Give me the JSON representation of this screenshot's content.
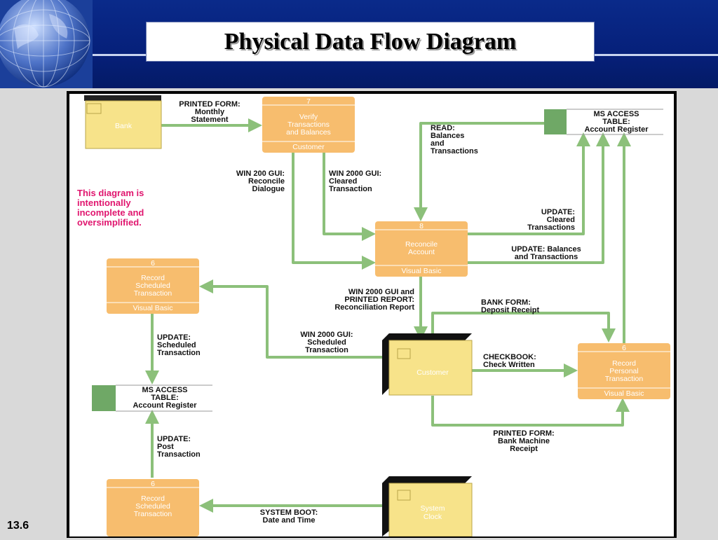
{
  "slide": {
    "title": "Physical Data Flow Diagram",
    "number": "13.6"
  },
  "colors": {
    "header_blue": "#06207a",
    "process_orange": "#f7bd6e",
    "entity_yellow": "#f7e38a",
    "flow_green": "#8cc07a",
    "store_green": "#6fa866",
    "note_magenta": "#e0156e"
  },
  "note": [
    "This diagram is",
    "intentionally",
    "incomplete and",
    "oversimplified."
  ],
  "entities": {
    "bank": "Bank",
    "customer": "Customer",
    "system_clock": [
      "System",
      "Clock"
    ]
  },
  "processes": {
    "p7": {
      "id": "7",
      "name": [
        "Verify",
        "Transactions",
        "and Balances"
      ],
      "location": "Customer"
    },
    "p8": {
      "id": "8",
      "name": [
        "Reconcile",
        "Account"
      ],
      "location": "Visual Basic"
    },
    "p6_left": {
      "id": "6",
      "name": [
        "Record",
        "Scheduled",
        "Transaction"
      ],
      "location": "Visual Basic"
    },
    "p6_right": {
      "id": "6",
      "name": [
        "Record",
        "Personal",
        "Transaction"
      ],
      "location": "Visual Basic"
    },
    "p6_bottom": {
      "id": "6",
      "name": [
        "Record",
        "Scheduled",
        "Transaction"
      ],
      "location": ""
    }
  },
  "stores": {
    "top": [
      "MS ACCESS",
      "TABLE:",
      "Account Register"
    ],
    "left": [
      "MS ACCESS",
      "TABLE:",
      "Account Register"
    ]
  },
  "flows": {
    "bank_to_p7": [
      "PRINTED FORM:",
      "Monthly",
      "Statement"
    ],
    "read": [
      "READ:",
      "Balances",
      "and",
      "Transactions"
    ],
    "win200": [
      "WIN 200 GUI:",
      "Reconcile",
      "Dialogue"
    ],
    "win2000_cleared": [
      "WIN 2000 GUI:",
      "Cleared",
      "Transaction"
    ],
    "update_cleared": [
      "UPDATE:",
      "Cleared",
      "Transactions"
    ],
    "update_balances": [
      "UPDATE: Balances",
      "and Transactions"
    ],
    "win2000_report": [
      "WIN 2000 GUI and",
      "PRINTED REPORT:",
      "Reconciliation Report"
    ],
    "bank_form": [
      "BANK FORM:",
      "Deposit Receipt"
    ],
    "update_scheduled": [
      "UPDATE:",
      "Scheduled",
      "Transaction"
    ],
    "win2000_scheduled": [
      "WIN 2000 GUI:",
      "Scheduled",
      "Transaction"
    ],
    "checkbook": [
      "CHECKBOOK:",
      "Check Written"
    ],
    "update_post": [
      "UPDATE:",
      "Post",
      "Transaction"
    ],
    "printed_bank_machine": [
      "PRINTED FORM:",
      "Bank Machine",
      "Receipt"
    ],
    "system_boot": [
      "SYSTEM BOOT:",
      "Date and Time"
    ]
  }
}
